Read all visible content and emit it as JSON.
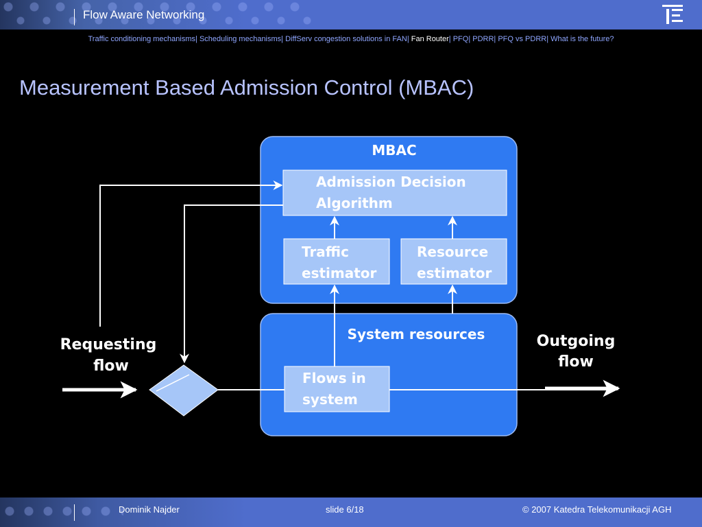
{
  "header": {
    "app_title": "Flow Aware Networking",
    "logo_icon": "te-logo-icon"
  },
  "nav": {
    "items": [
      "Traffic conditioning mechanisms",
      "Scheduling mechanisms",
      "DiffServ congestion solutions in FAN",
      "Fan Router",
      "PFQ",
      "PDRR",
      "PFQ vs PDRR",
      "What is the future?"
    ],
    "current": "Fan Router"
  },
  "slide": {
    "title": "Measurement Based Admission Control (MBAC)"
  },
  "diagram": {
    "mbac_label": "MBAC",
    "admission_line1": "Admission Decision",
    "admission_line2": "Algorithm",
    "traffic_line1": "Traffic",
    "traffic_line2": "estimator",
    "resource_line1": "Resource",
    "resource_line2": "estimator",
    "system_resources_label": "System resources",
    "flows_line1": "Flows in",
    "flows_line2": "system",
    "requesting_line1": "Requesting",
    "requesting_line2": "flow",
    "outgoing_line1": "Outgoing",
    "outgoing_line2": "flow"
  },
  "footer": {
    "author": "Dominik Najder",
    "slide_number": "slide 6/18",
    "copyright": "© 2007 Katedra Telekomunikacji AGH"
  },
  "colors": {
    "box_blue": "#2f7af2",
    "light_box": "#a6c6f8",
    "header_blue": "#4f6dcc",
    "title_color": "#b8c3ff",
    "nav_color": "#8fa6ff"
  }
}
